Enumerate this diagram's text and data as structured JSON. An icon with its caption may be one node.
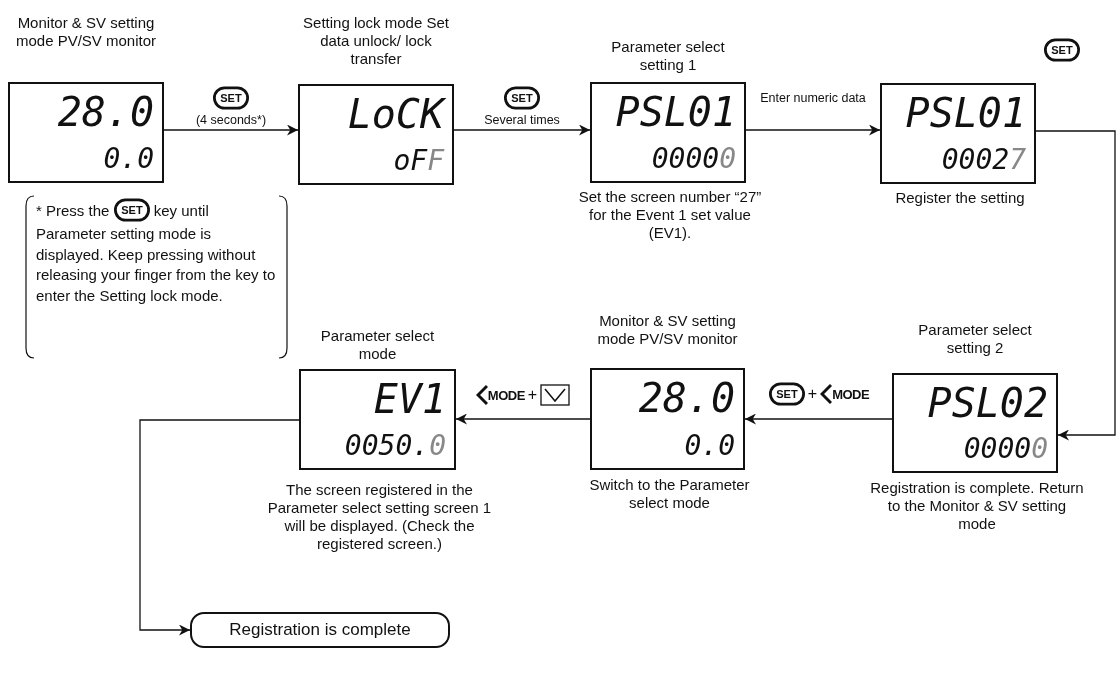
{
  "diagram": {
    "nodes": [
      {
        "text": [
          "Monitor & SV setting mode PV/SV monitor",
          "28.0",
          "0.0"
        ]
      },
      {
        "text": [
          "Setting lock mode Set data unlock/ lock transfer",
          "LoCK",
          "oFF"
        ]
      },
      {
        "text": [
          "Parameter select setting 1",
          "PSL01",
          "00000"
        ],
        "beside": [
          "Set the screen number “27” for the Event 1 set value (EV1)."
        ]
      },
      {
        "text": [
          "PSL01",
          "00027"
        ],
        "beside": [
          "Register the setting"
        ]
      },
      {
        "text": [
          "Parameter select setting 2",
          "PSL02",
          "00000"
        ],
        "beside": [
          "Registration is complete. Return to the Monitor & SV setting mode"
        ]
      },
      {
        "text": [
          "Monitor & SV setting mode PV/SV monitor",
          "28.0",
          "0.0"
        ],
        "beside": [
          "Switch to the Parameter select mode"
        ]
      },
      {
        "text": [
          "Parameter select mode",
          "EV1",
          "0050.0"
        ],
        "beside": [
          "The screen registered in the Parameter select setting screen 1 will be displayed. (Check the registered screen.)"
        ]
      },
      {
        "text": [
          "Registration is complete"
        ]
      }
    ],
    "edges": [
      {
        "from": 0,
        "to": 1,
        "arrow": "to",
        "label": "(4 seconds*)"
      },
      {
        "from": 1,
        "to": 2,
        "arrow": "to",
        "label": "Several times"
      },
      {
        "from": 2,
        "to": 3,
        "arrow": "to",
        "label": "Enter numeric data"
      },
      {
        "from": 3,
        "to": 4,
        "arrow": "to"
      },
      {
        "from": 4,
        "to": 5,
        "arrow": "to",
        "label": "+"
      },
      {
        "from": 5,
        "to": 6,
        "arrow": "to",
        "label": "+"
      },
      {
        "from": 6,
        "to": 7,
        "arrow": "to"
      }
    ],
    "labels": [
      "SET",
      "SET",
      "SET",
      "*",
      "Press the",
      "SET",
      "key until Parameter setting mode is displayed. Keep pressing without releasing your finger from the key to enter the Setting lock mode.",
      "MODE",
      "SET",
      "MODE"
    ]
  }
}
